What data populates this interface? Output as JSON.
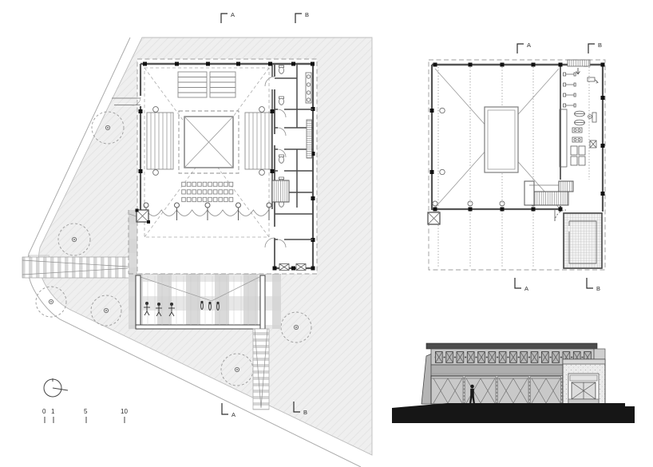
{
  "document": {
    "kind": "architectural-drawing-sheet"
  },
  "section_markers": {
    "a": "A",
    "b": "B"
  },
  "scale_bar": {
    "labels": [
      "0",
      "1",
      "5",
      "10"
    ]
  },
  "drawings": {
    "site_ground_floor_plan": "site-and-ground-floor-plan",
    "upper_floor_plan": "upper-floor-plan",
    "front_elevation": "front-elevation"
  },
  "colors": {
    "paper": "#ffffff",
    "site_fill": "#efefef",
    "hatch_line": "#e2e2e2",
    "plaid_grey": "#dadada",
    "wall_line": "#555555",
    "column_black": "#111111",
    "ground_section": "#161616",
    "panel_grey": "#b6b6b6",
    "dash_grey": "#9c9c9c"
  }
}
